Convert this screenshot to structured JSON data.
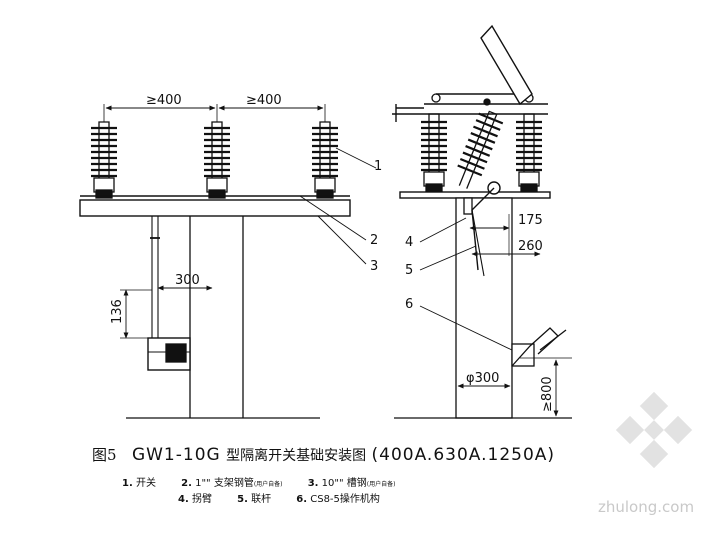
{
  "dimensions": {
    "spacing_left": "≥400",
    "spacing_right": "≥400",
    "left_offset": "300",
    "left_height": "136",
    "right_offset_1": "175",
    "right_offset_2": "260",
    "pole_diameter": "φ300",
    "right_height": "≥800"
  },
  "callouts": {
    "n1": "1",
    "n2": "2",
    "n3": "3",
    "n4": "4",
    "n5": "5",
    "n6": "6"
  },
  "caption": {
    "figure": "图5",
    "model": "GW1-10G",
    "title_cn": "型隔离开关基础安装图",
    "ratings": "(400A.630A.1250A)"
  },
  "legend": {
    "row1": [
      {
        "num": "1.",
        "text": "开关"
      },
      {
        "num": "2.",
        "text": "1\"\" 支架钢管",
        "note": "(用户自备)"
      },
      {
        "num": "3.",
        "text": "10\"\" 槽钢",
        "note": "(用户自备)"
      }
    ],
    "row2": [
      {
        "num": "4.",
        "text": "拐臂"
      },
      {
        "num": "5.",
        "text": "联杆"
      },
      {
        "num": "6.",
        "text": "CS8-5操作机构"
      }
    ]
  },
  "watermark": "zhulong.com",
  "colors": {
    "line": "#111111",
    "watermark": "#c9c9c9"
  }
}
